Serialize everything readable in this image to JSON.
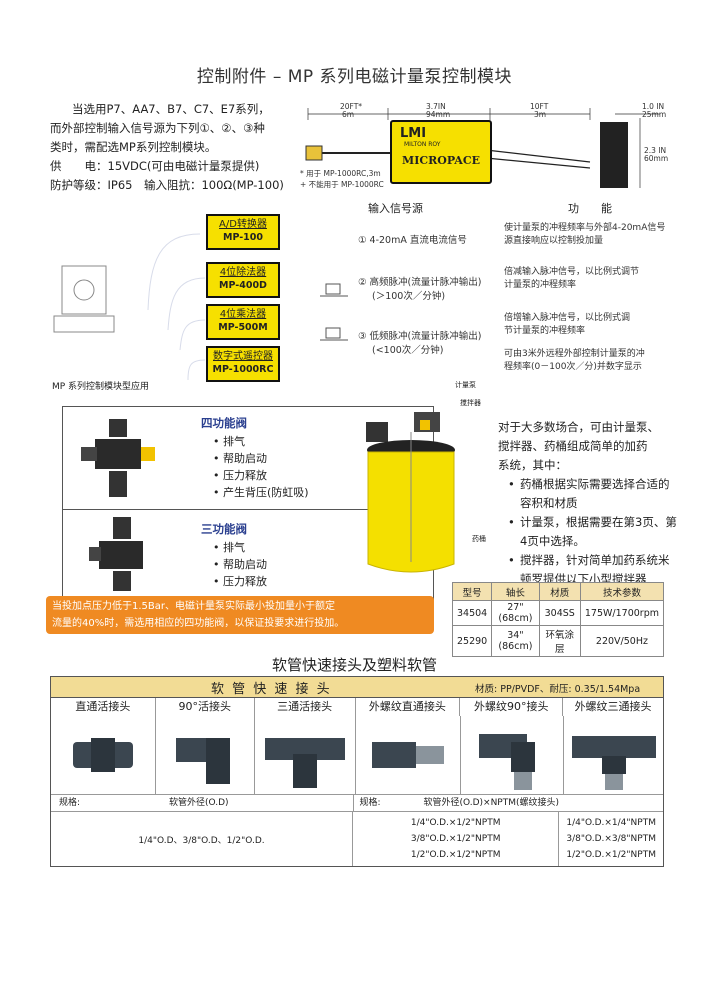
{
  "title": "控制附件 – MP 系列电磁计量泵控制模块",
  "intro": {
    "line1": "当选用P7、AA7、B7、C7、E7系列，",
    "line2": "而外部控制输入信号源为下列①、②、③种",
    "line3": "类时，需配选MP系列控制模块。",
    "supply": "供　　电：15VDC(可由电磁计量泵提供)",
    "protect": "防护等级：IP65　输入阻抗：100Ω(MP-100)"
  },
  "diagram": {
    "dim1": "20FT*",
    "dim1b": "6m",
    "dim2": "3.7IN",
    "dim2b": "94mm",
    "dim3": "10FT",
    "dim3b": "3m",
    "dim4": "1.0 IN",
    "dim4b": "25mm",
    "dim5": "2.3 IN",
    "dim5b": "60mm",
    "brand": "LMI",
    "brand_sub": "MILTON ROY",
    "product": "MICROPACE",
    "note1": "* 用于 MP-1000RC,3m",
    "note2": "+ 不能用于 MP-1000RC"
  },
  "headers": {
    "signal": "输入信号源",
    "function": "功　　能"
  },
  "controllers": [
    {
      "name": "A/D转换器",
      "model": "MP-100"
    },
    {
      "name": "4位除法器",
      "model": "MP-400D"
    },
    {
      "name": "4位乘法器",
      "model": "MP-500M"
    },
    {
      "name": "数字式遥控器",
      "model": "MP-1000RC"
    }
  ],
  "signals": {
    "s1": "① 4-20mA 直流电流信号",
    "s2a": "② 高频脉冲(流量计脉冲输出)",
    "s2b": "(＞100次／分钟)",
    "s3a": "③ 低频脉冲(流量计脉冲输出)",
    "s3b": "(<100次／分钟)"
  },
  "functions": {
    "f1a": "使计量泵的冲程频率与外部4-20mA信号",
    "f1b": "源直接响应以控制投加量",
    "f2a": "倍减输入脉冲信号，以比例式调节",
    "f2b": "计量泵的冲程频率",
    "f3a": "倍增输入脉冲信号，以比例式调",
    "f3b": "节计量泵的冲程频率",
    "f4a": "可由3米外远程外部控制计量泵的冲",
    "f4b": "程频率(0－100次／分)并数字显示"
  },
  "mp_caption": "MP 系列控制模块型应用",
  "valves": {
    "four": {
      "title": "四功能阀",
      "items": [
        "排气",
        "帮助启动",
        "压力释放",
        "产生背压(防虹吸)"
      ]
    },
    "three": {
      "title": "三功能阀",
      "items": [
        "排气",
        "帮助启动",
        "压力释放"
      ]
    }
  },
  "orange_note": {
    "line1": "当投加点压力低于1.5Bar、电磁计量泵实际最小投加量小于额定",
    "line2": "流量的40%时，需选用相应的四功能阀，以保证投要求进行投加。"
  },
  "tank_labels": {
    "pump": "计量泵",
    "mixer": "搅拌器",
    "tank": "药桶"
  },
  "description": {
    "p1": "对于大多数场合，可由计量泵、",
    "p2": "搅拌器、药桶组成简单的加药",
    "p3": "系统，其中：",
    "items": [
      "药桶根据实际需要选择合适的容积和材质",
      "计量泵，根据需要在第3页、第4页中选择。",
      "搅拌器，针对简单加药系统米顿罗提供以下小型搅拌器"
    ]
  },
  "spec_table": {
    "headers": [
      "型号",
      "轴长",
      "材质",
      "技术参数"
    ],
    "rows": [
      [
        "34504",
        "27\"(68cm)",
        "304SS",
        "175W/1700rpm"
      ],
      [
        "25290",
        "34\"(86cm)",
        "环氧涂层",
        "220V/50Hz"
      ]
    ]
  },
  "section2_title": "软管快速接头及塑料软管",
  "fittings": {
    "heading": "软 管 快 速 接 头",
    "material": "材质: PP/PVDF、耐压: 0.35/1.54Mpa",
    "columns": [
      "直通活接头",
      "90°活接头",
      "三通活接头",
      "外螺纹直通接头",
      "外螺纹90°接头",
      "外螺纹三通接头"
    ],
    "spec_label_left": "规格:",
    "spec_left": "软管外径(O.D)",
    "spec_label_right": "规格:",
    "spec_right": "软管外径(O.D)×NPTM(螺纹接头)",
    "left_value": "1/4\"O.D、3/8\"O.D、1/2\"O.D.",
    "mid_values": [
      "1/4\"O.D.×1/2\"NPTM",
      "3/8\"O.D.×1/2\"NPTM",
      "1/2\"O.D.×1/2\"NPTM"
    ],
    "right_values": [
      "1/4\"O.D.×1/4\"NPTM",
      "3/8\"O.D.×3/8\"NPTM",
      "1/2\"O.D.×1/2\"NPTM"
    ]
  }
}
